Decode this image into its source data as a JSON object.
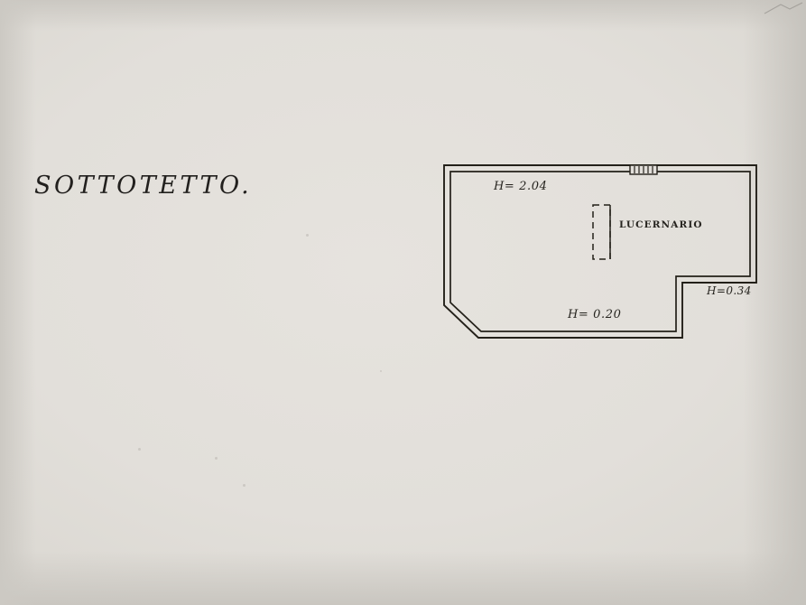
{
  "document": {
    "title": "SOTTOTETTO.",
    "paper_color": "#e2dfda",
    "ink_color": "#22201e"
  },
  "drawing": {
    "name": "attic-floor-plan",
    "labels": {
      "height_main": "H= 2.04",
      "height_low": "H= 0.20",
      "height_right": "H=0.34",
      "skylight": "LUCERNARIO"
    },
    "features": [
      {
        "name": "skylight-opening",
        "label": "LUCERNARIO",
        "style": "dashed-rectangle"
      },
      {
        "name": "hatched-opening",
        "label": "",
        "style": "hatched-rectangle"
      },
      {
        "name": "chamfered-corner",
        "label": "",
        "style": "diagonal-cut"
      }
    ]
  },
  "chart_data": {
    "type": "diagram",
    "title": "SOTTOTETTO.",
    "annotations": [
      {
        "text": "H= 2.04",
        "meaning": "ceiling height main area (m)"
      },
      {
        "text": "H= 0.20",
        "meaning": "ceiling height at low eave (m)"
      },
      {
        "text": "H=0.34",
        "meaning": "ceiling height right side (m)"
      },
      {
        "text": "LUCERNARIO",
        "meaning": "skylight"
      }
    ]
  }
}
